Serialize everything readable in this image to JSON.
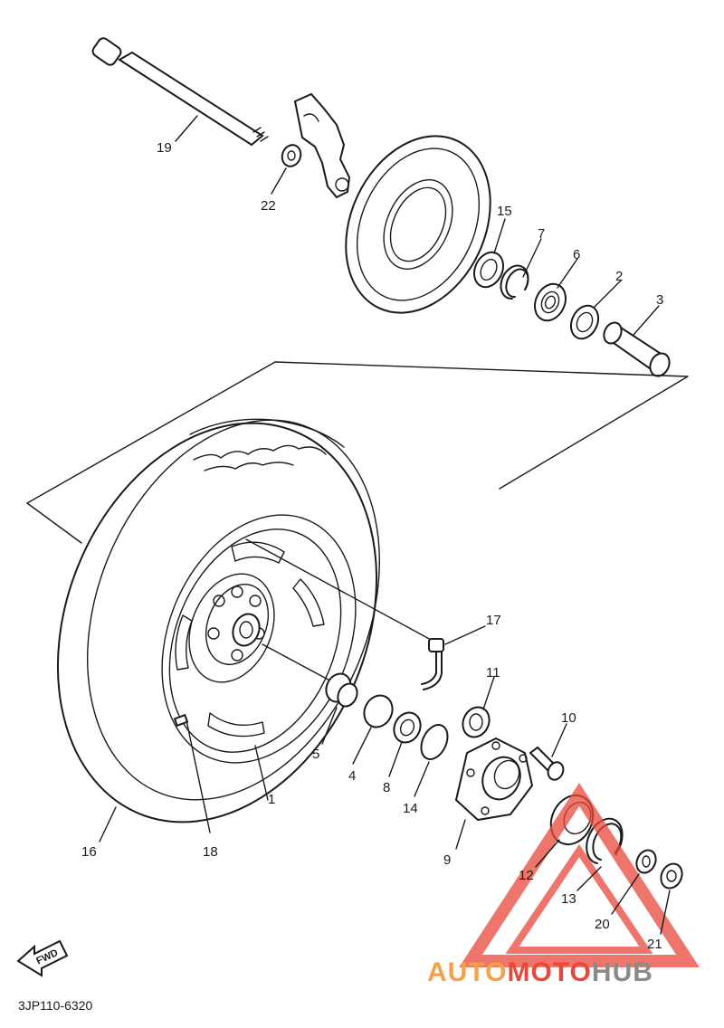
{
  "diagram": {
    "code": "3JP110-6320",
    "direction_label": "FWD",
    "parts": [
      {
        "num": "1"
      },
      {
        "num": "2"
      },
      {
        "num": "3"
      },
      {
        "num": "4"
      },
      {
        "num": "5"
      },
      {
        "num": "6"
      },
      {
        "num": "7"
      },
      {
        "num": "8"
      },
      {
        "num": "9"
      },
      {
        "num": "10"
      },
      {
        "num": "11"
      },
      {
        "num": "12"
      },
      {
        "num": "13"
      },
      {
        "num": "14"
      },
      {
        "num": "15"
      },
      {
        "num": "16"
      },
      {
        "num": "17"
      },
      {
        "num": "18"
      },
      {
        "num": "19"
      },
      {
        "num": "20"
      },
      {
        "num": "21"
      },
      {
        "num": "22"
      }
    ]
  },
  "watermark": {
    "brand_a": "AUTO",
    "brand_b": "MOTO",
    "brand_c": "HUB",
    "colors": {
      "red": "#e8483a",
      "orange": "#f2a24a",
      "gray": "#8a8a8a"
    }
  }
}
